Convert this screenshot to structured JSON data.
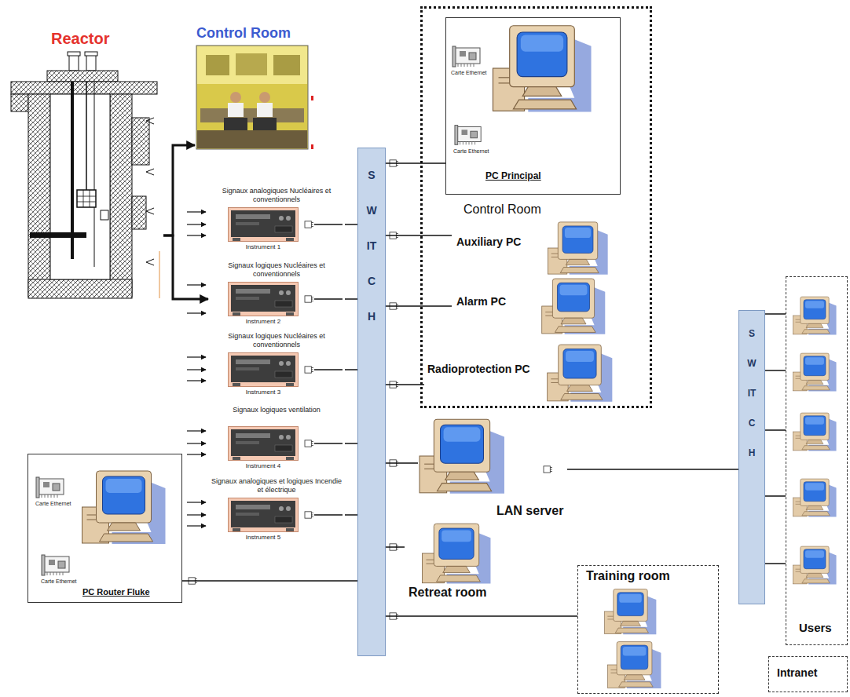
{
  "diagram": {
    "nodes": [
      {
        "text": [
          "Reactor"
        ]
      },
      {
        "text": [
          "Control Room"
        ]
      },
      {
        "text": [
          "Signaux analogiques Nucléaires et conventionnels",
          "Instrument 1"
        ]
      },
      {
        "text": [
          "Signaux logiques Nucléaires et conventionnels",
          "Instrument 2"
        ]
      },
      {
        "text": [
          "Signaux logiques Nucléaires et conventionnels",
          "Instrument 3"
        ]
      },
      {
        "text": [
          "Signaux logiques ventilation",
          "Instrument 4"
        ]
      },
      {
        "text": [
          "Signaux analogiques et logiques Incendie et électrique",
          "Instrument 5"
        ]
      },
      {
        "text": [
          "SWITCH"
        ]
      },
      {
        "text": [
          "Control Room"
        ]
      },
      {
        "text": [
          "Carte Ethernet",
          "Carte Ethernet",
          "PC Principal"
        ],
        "in": 8
      },
      {
        "text": [
          "Auxiliary PC"
        ],
        "in": 8
      },
      {
        "text": [
          "Alarm PC"
        ],
        "in": 8
      },
      {
        "text": [
          "Radioprotection PC"
        ],
        "in": 8
      },
      {
        "text": [
          "LAN server"
        ]
      },
      {
        "text": [
          "Retreat room"
        ]
      },
      {
        "text": [
          "Training room"
        ]
      },
      {
        "text": [
          "Carte Ethernet",
          "Carte Ethernet",
          "PC Router Fluke"
        ]
      },
      {
        "text": [
          "Users"
        ]
      },
      {
        "text": [
          "SWITCH"
        ]
      },
      {
        "text": [
          "Intranet"
        ]
      }
    ],
    "edges": [
      {
        "from": 0,
        "to": 1,
        "arrow": "to"
      },
      {
        "from": 0,
        "to": 3,
        "arrow": "to"
      },
      {
        "from": 2,
        "to": 7,
        "arrow": "none"
      },
      {
        "from": 3,
        "to": 7,
        "arrow": "none"
      },
      {
        "from": 4,
        "to": 7,
        "arrow": "none"
      },
      {
        "from": 5,
        "to": 7,
        "arrow": "none"
      },
      {
        "from": 6,
        "to": 7,
        "arrow": "none"
      },
      {
        "from": 7,
        "to": 9,
        "arrow": "none"
      },
      {
        "from": 7,
        "to": 10,
        "arrow": "none"
      },
      {
        "from": 7,
        "to": 11,
        "arrow": "none"
      },
      {
        "from": 7,
        "to": 12,
        "arrow": "none"
      },
      {
        "from": 7,
        "to": 13,
        "arrow": "none"
      },
      {
        "from": 7,
        "to": 14,
        "arrow": "none"
      },
      {
        "from": 7,
        "to": 15,
        "arrow": "none"
      },
      {
        "from": 16,
        "to": 7,
        "arrow": "none"
      },
      {
        "from": 13,
        "to": 18,
        "arrow": "none"
      },
      {
        "from": 18,
        "to": 17,
        "arrow": "none"
      },
      {
        "from": 18,
        "to": 17,
        "arrow": "none"
      },
      {
        "from": 18,
        "to": 17,
        "arrow": "none"
      },
      {
        "from": 18,
        "to": 17,
        "arrow": "none"
      },
      {
        "from": 18,
        "to": 17,
        "arrow": "none"
      }
    ]
  }
}
